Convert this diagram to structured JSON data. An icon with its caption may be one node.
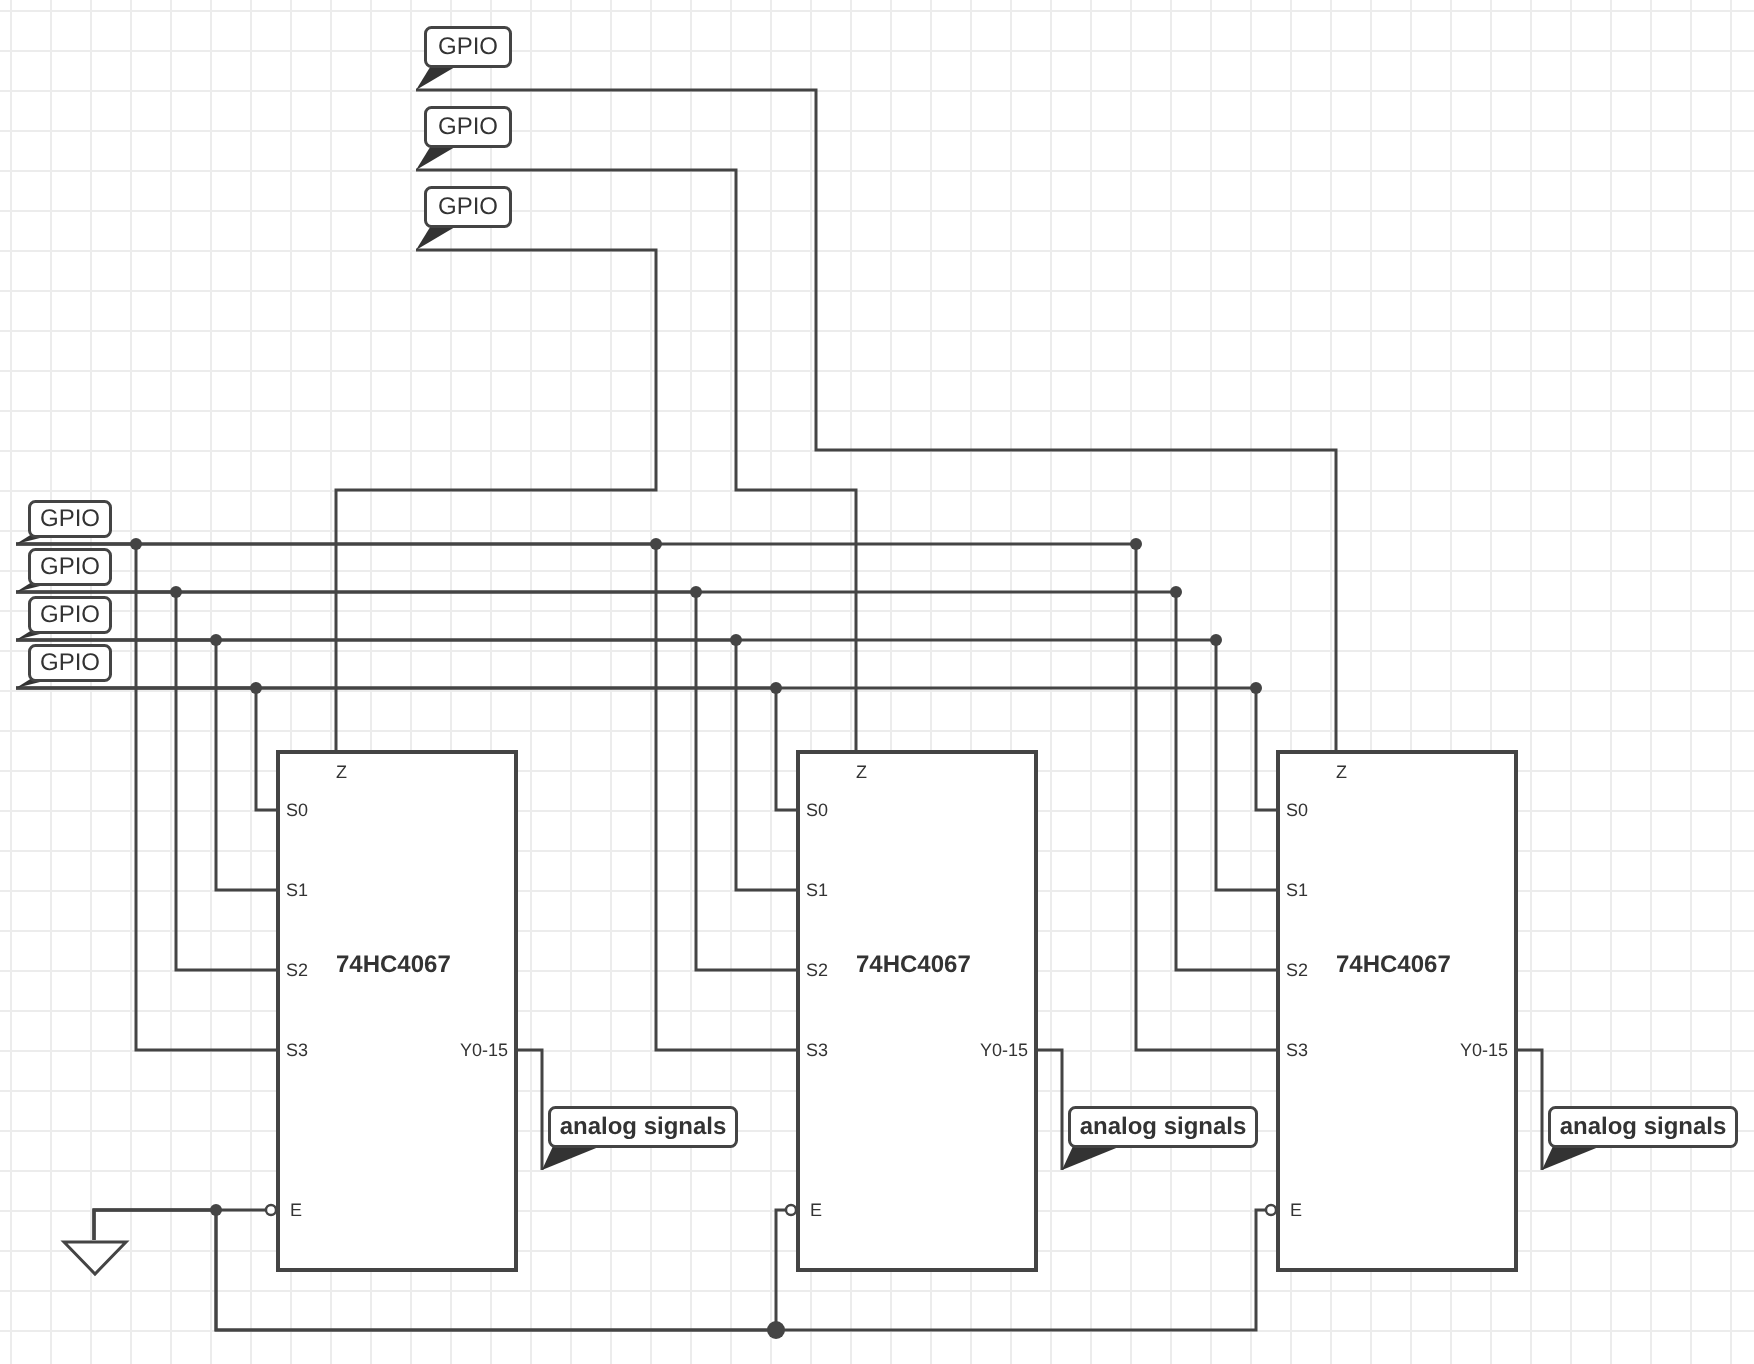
{
  "diagram": {
    "nodes": [
      {
        "text": [
          "GPIO"
        ]
      },
      {
        "text": [
          "GPIO"
        ]
      },
      {
        "text": [
          "GPIO"
        ]
      },
      {
        "text": [
          "GPIO"
        ]
      },
      {
        "text": [
          "GPIO"
        ]
      },
      {
        "text": [
          "GPIO"
        ]
      },
      {
        "text": [
          "GPIO"
        ]
      },
      {
        "text": [
          "74HC4067"
        ]
      },
      {
        "text": [
          "74HC4067"
        ]
      },
      {
        "text": [
          "74HC4067"
        ]
      },
      {
        "text": [
          "analog signals"
        ]
      },
      {
        "text": [
          "analog signals"
        ]
      },
      {
        "text": [
          "analog signals"
        ]
      },
      {
        "text": [],
        "shape": "triangle"
      }
    ],
    "edges": [
      {
        "from": 0,
        "to": 9,
        "arrow": "none"
      },
      {
        "from": 1,
        "to": 8,
        "arrow": "none"
      },
      {
        "from": 2,
        "to": 7,
        "arrow": "none"
      },
      {
        "from": 3,
        "to": 7,
        "arrow": "none"
      },
      {
        "from": 3,
        "to": 8,
        "arrow": "none"
      },
      {
        "from": 3,
        "to": 9,
        "arrow": "none"
      },
      {
        "from": 4,
        "to": 7,
        "arrow": "none"
      },
      {
        "from": 4,
        "to": 8,
        "arrow": "none"
      },
      {
        "from": 4,
        "to": 9,
        "arrow": "none"
      },
      {
        "from": 5,
        "to": 7,
        "arrow": "none"
      },
      {
        "from": 5,
        "to": 8,
        "arrow": "none"
      },
      {
        "from": 5,
        "to": 9,
        "arrow": "none"
      },
      {
        "from": 6,
        "to": 7,
        "arrow": "none"
      },
      {
        "from": 6,
        "to": 8,
        "arrow": "none"
      },
      {
        "from": 6,
        "to": 9,
        "arrow": "none"
      },
      {
        "from": 7,
        "to": 10,
        "arrow": "none"
      },
      {
        "from": 8,
        "to": 11,
        "arrow": "none"
      },
      {
        "from": 9,
        "to": 12,
        "arrow": "none"
      },
      {
        "from": 13,
        "to": 7,
        "arrow": "other"
      },
      {
        "from": 13,
        "to": 8,
        "arrow": "other"
      },
      {
        "from": 13,
        "to": 9,
        "arrow": "other"
      }
    ],
    "labels": [
      "Z",
      "S0",
      "S1",
      "S2",
      "S3",
      "Y0-15",
      "E",
      "Z",
      "S0",
      "S1",
      "S2",
      "S3",
      "Y0-15",
      "E",
      "Z",
      "S0",
      "S1",
      "S2",
      "S3",
      "Y0-15",
      "E"
    ]
  }
}
